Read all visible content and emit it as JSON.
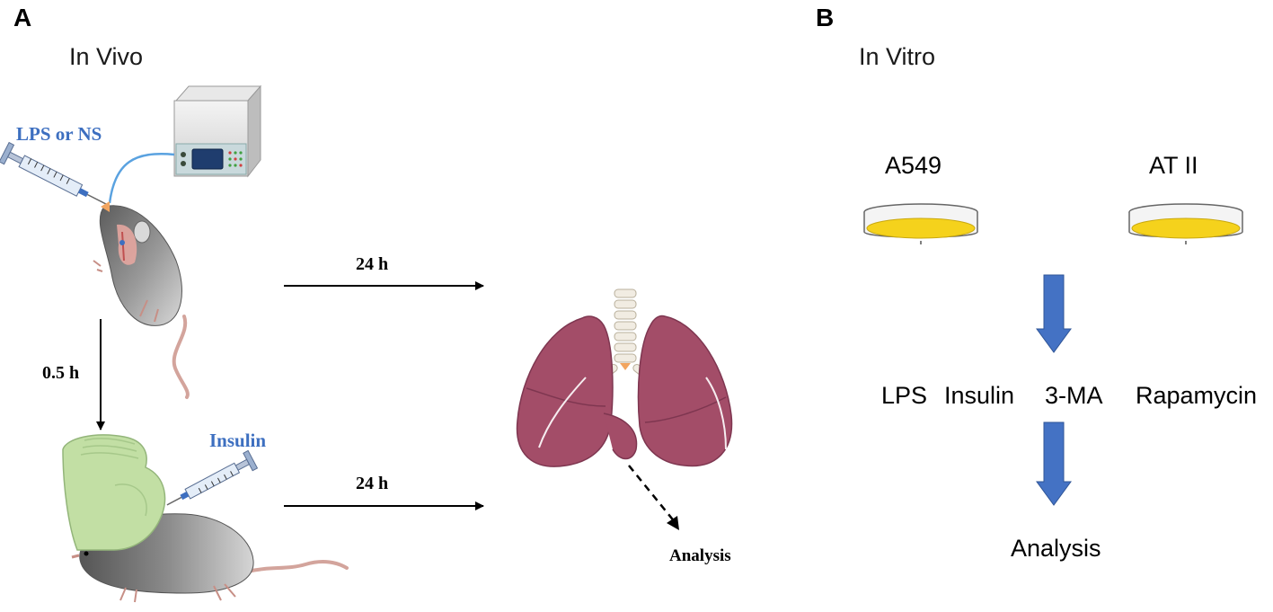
{
  "panel_a": {
    "letter": "A",
    "heading": "In Vivo",
    "injection_label": "LPS or NS",
    "insulin_label": "Insulin",
    "interval_label": "0.5 h",
    "duration_top": "24 h",
    "duration_bottom": "24 h",
    "analysis_label": "Analysis"
  },
  "panel_b": {
    "letter": "B",
    "heading": "In Vitro",
    "dish_left_label": "A549",
    "dish_right_label": "AT II",
    "treatments": [
      "LPS",
      "Insulin",
      "3-MA",
      "Rapamycin"
    ],
    "analysis_label": "Analysis"
  },
  "colors": {
    "label_blue": "#3d6fc0",
    "arrow_blue": "#4472c4",
    "lung": "#a34d68",
    "glove": "#c2dfa4",
    "dish_fill": "#f5d21c",
    "mouse_gray": "#7b7b7b"
  },
  "icons": [
    "syringe-icon",
    "infusion-pump-icon",
    "mouse-icon",
    "glove-hand-icon",
    "lungs-icon",
    "petri-dish-icon"
  ]
}
